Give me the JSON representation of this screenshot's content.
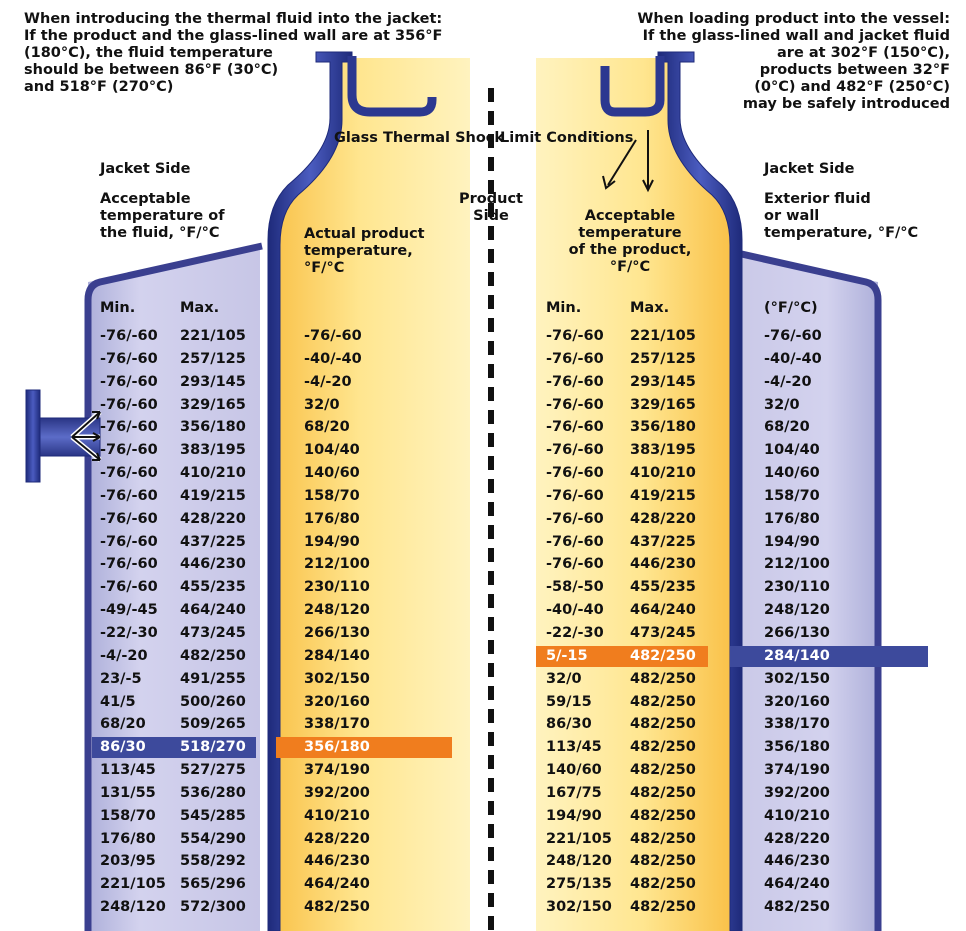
{
  "notes": {
    "jacket_intro": [
      "When introducing the thermal fluid into the jacket:",
      "If the product and the glass-lined wall are at 356°F",
      "(180°C), the fluid temperature",
      "should be between 86°F (30°C)",
      "and 518°F (270°C)"
    ],
    "product_loading": [
      "When loading product into the vessel:",
      "If the glass-lined wall and jacket fluid",
      "are at 302°F (150°C),",
      "products between 32°F",
      "(0°C) and 482°F (250°C)",
      "may be safely introduced"
    ]
  },
  "center_title": {
    "left": "Glass Thermal Shock",
    "right": "Limit Conditions"
  },
  "sections": {
    "left_side": "Jacket Side",
    "product_side": [
      "Product",
      "Side"
    ],
    "right_side": "Jacket Side"
  },
  "headers": {
    "jacket_fluid": [
      "Acceptable",
      "temperature of",
      "the fluid, °F/°C"
    ],
    "actual_product": [
      "Actual product",
      "temperature,",
      "°F/°C"
    ],
    "acceptable_product": [
      "Acceptable",
      "temperature",
      "of the product,",
      "°F/°C"
    ],
    "exterior": [
      "Exterior fluid",
      "or wall",
      "temperature, °F/°C"
    ]
  },
  "column_labels": {
    "min": "Min.",
    "max": "Max.",
    "unit": "(°F/°C)"
  },
  "left_table": [
    [
      "-76/-60",
      "221/105",
      "-76/-60"
    ],
    [
      "-76/-60",
      "257/125",
      "-40/-40"
    ],
    [
      "-76/-60",
      "293/145",
      "-4/-20"
    ],
    [
      "-76/-60",
      "329/165",
      "32/0"
    ],
    [
      "-76/-60",
      "356/180",
      "68/20"
    ],
    [
      "-76/-60",
      "383/195",
      "104/40"
    ],
    [
      "-76/-60",
      "410/210",
      "140/60"
    ],
    [
      "-76/-60",
      "419/215",
      "158/70"
    ],
    [
      "-76/-60",
      "428/220",
      "176/80"
    ],
    [
      "-76/-60",
      "437/225",
      "194/90"
    ],
    [
      "-76/-60",
      "446/230",
      "212/100"
    ],
    [
      "-76/-60",
      "455/235",
      "230/110"
    ],
    [
      "-49/-45",
      "464/240",
      "248/120"
    ],
    [
      "-22/-30",
      "473/245",
      "266/130"
    ],
    [
      "-4/-20",
      "482/250",
      "284/140"
    ],
    [
      "23/-5",
      "491/255",
      "302/150"
    ],
    [
      "41/5",
      "500/260",
      "320/160"
    ],
    [
      "68/20",
      "509/265",
      "338/170"
    ],
    [
      "86/30",
      "518/270",
      "356/180"
    ],
    [
      "113/45",
      "527/275",
      "374/190"
    ],
    [
      "131/55",
      "536/280",
      "392/200"
    ],
    [
      "158/70",
      "545/285",
      "410/210"
    ],
    [
      "176/80",
      "554/290",
      "428/220"
    ],
    [
      "203/95",
      "558/292",
      "446/230"
    ],
    [
      "221/105",
      "565/296",
      "464/240"
    ],
    [
      "248/120",
      "572/300",
      "482/250"
    ]
  ],
  "right_table": [
    [
      "-76/-60",
      "221/105",
      "-76/-60"
    ],
    [
      "-76/-60",
      "257/125",
      "-40/-40"
    ],
    [
      "-76/-60",
      "293/145",
      "-4/-20"
    ],
    [
      "-76/-60",
      "329/165",
      "32/0"
    ],
    [
      "-76/-60",
      "356/180",
      "68/20"
    ],
    [
      "-76/-60",
      "383/195",
      "104/40"
    ],
    [
      "-76/-60",
      "410/210",
      "140/60"
    ],
    [
      "-76/-60",
      "419/215",
      "158/70"
    ],
    [
      "-76/-60",
      "428/220",
      "176/80"
    ],
    [
      "-76/-60",
      "437/225",
      "194/90"
    ],
    [
      "-76/-60",
      "446/230",
      "212/100"
    ],
    [
      "-58/-50",
      "455/235",
      "230/110"
    ],
    [
      "-40/-40",
      "464/240",
      "248/120"
    ],
    [
      "-22/-30",
      "473/245",
      "266/130"
    ],
    [
      "5/-15",
      "482/250",
      "284/140"
    ],
    [
      "32/0",
      "482/250",
      "302/150"
    ],
    [
      "59/15",
      "482/250",
      "320/160"
    ],
    [
      "86/30",
      "482/250",
      "338/170"
    ],
    [
      "113/45",
      "482/250",
      "356/180"
    ],
    [
      "140/60",
      "482/250",
      "374/190"
    ],
    [
      "167/75",
      "482/250",
      "392/200"
    ],
    [
      "194/90",
      "482/250",
      "410/210"
    ],
    [
      "221/105",
      "482/250",
      "428/220"
    ],
    [
      "248/120",
      "482/250",
      "446/230"
    ],
    [
      "275/135",
      "482/250",
      "464/240"
    ],
    [
      "302/150",
      "482/250",
      "482/250"
    ]
  ],
  "highlights": {
    "left_row": 18,
    "right_row": 14
  },
  "colors": {
    "jacket_fill": "#c9c8e8",
    "jacket_border": "#3a3f8f",
    "product_light": "#fff2b0",
    "product_dark": "#f9c24a",
    "highlight_blue": "#3d4a9c",
    "highlight_orange": "#f07d1e"
  }
}
